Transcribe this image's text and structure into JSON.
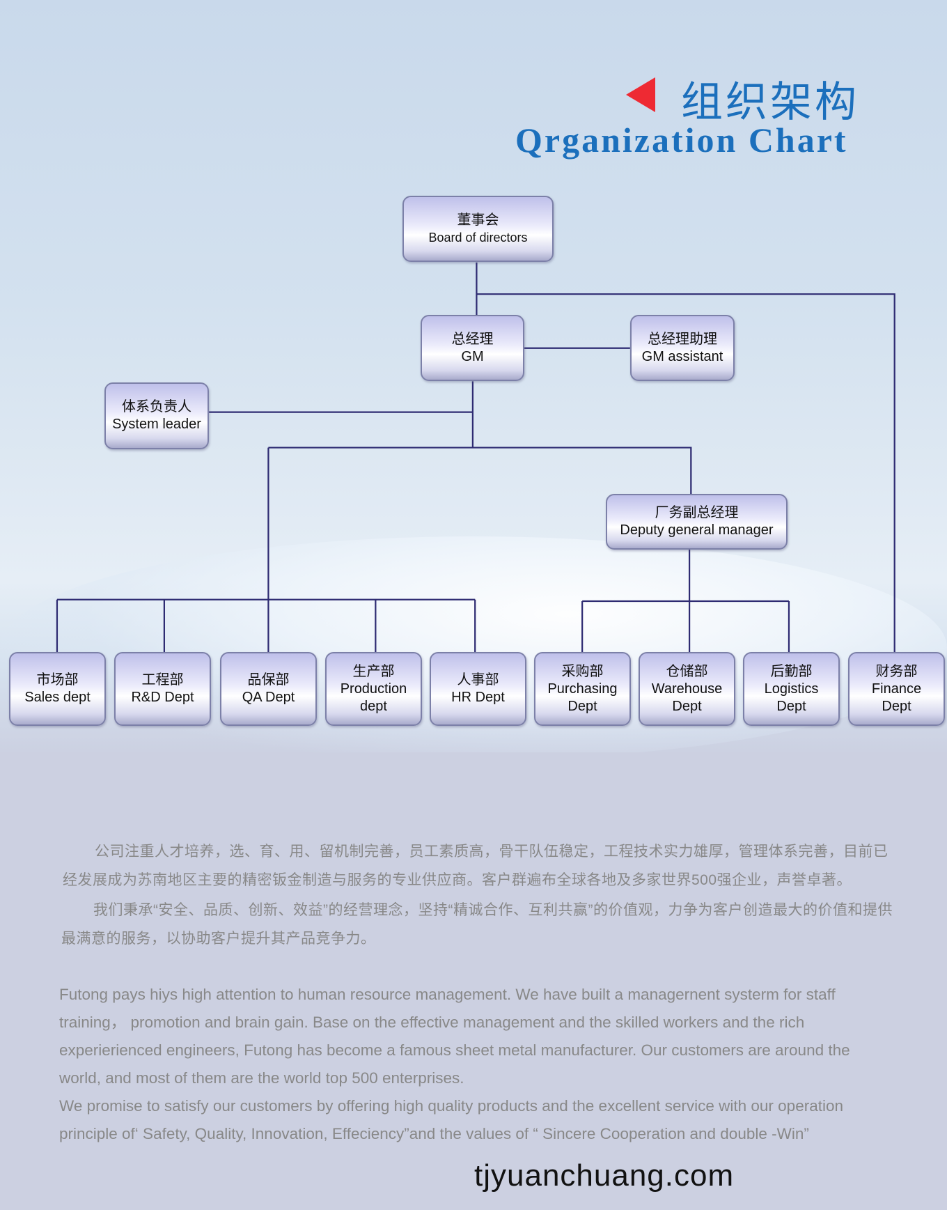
{
  "header": {
    "title_cn": "组织架构",
    "title_en": "Qrganization Chart",
    "accent": "#ee2a33",
    "title_color": "#1b6fbc"
  },
  "chart": {
    "board": {
      "cn": "董事会",
      "en": "Board of directors"
    },
    "gm": {
      "cn": "总经理",
      "en": "GM"
    },
    "gm_assistant": {
      "cn": "总经理助理",
      "en": "GM assistant"
    },
    "system_leader": {
      "cn": "体系负责人",
      "en": "System leader"
    },
    "deputy": {
      "cn": "厂务副总经理",
      "en": "Deputy general manager"
    },
    "departments": [
      {
        "cn": "市场部",
        "en": "Sales dept"
      },
      {
        "cn": "工程部",
        "en": "R&D Dept"
      },
      {
        "cn": "品保部",
        "en": "QA Dept"
      },
      {
        "cn": "生产部",
        "en": "Production dept"
      },
      {
        "cn": "人事部",
        "en": "HR Dept"
      },
      {
        "cn": "采购部",
        "en": "Purchasing Dept"
      },
      {
        "cn": "仓储部",
        "en": "Warehouse Dept"
      },
      {
        "cn": "后勤部",
        "en": "Logistics Dept"
      },
      {
        "cn": "财务部",
        "en": "Finance Dept"
      }
    ]
  },
  "body": {
    "cn_para1": "公司注重人才培养，选、育、用、留机制完善，员工素质高，骨干队伍稳定，工程技术实力雄厚，管理体系完善，目前已经发展成为苏南地区主要的精密钣金制造与服务的专业供应商。客户群遍布全球各地及多家世界500强企业，声誉卓著。",
    "cn_para2": "我们秉承“安全、品质、创新、效益”的经营理念，坚持“精诚合作、互利共赢”的价值观，力争为客户创造最大的价值和提供最满意的服务，以协助客户提升其产品竞争力。",
    "en_para1": "Futong pays hiys high attention to human resource management. We have built a managernent systerm for staff training， promotion and brain gain. Base on the effective management and the skilled workers and the rich experierienced engineers, Futong has become a famous sheet metal manufacturer. Our customers are around the world, and most of them are the world top 500 enterprises.",
    "en_para2": "We promise to satisfy our customers by offering high quality products and the excellent service with our operation principle of‘ Safety, Quality, Innovation, Effeciency”and the values of “ Sincere Cooperation and double -Win”"
  },
  "footer": {
    "website": "tjyuanchuang.com"
  }
}
